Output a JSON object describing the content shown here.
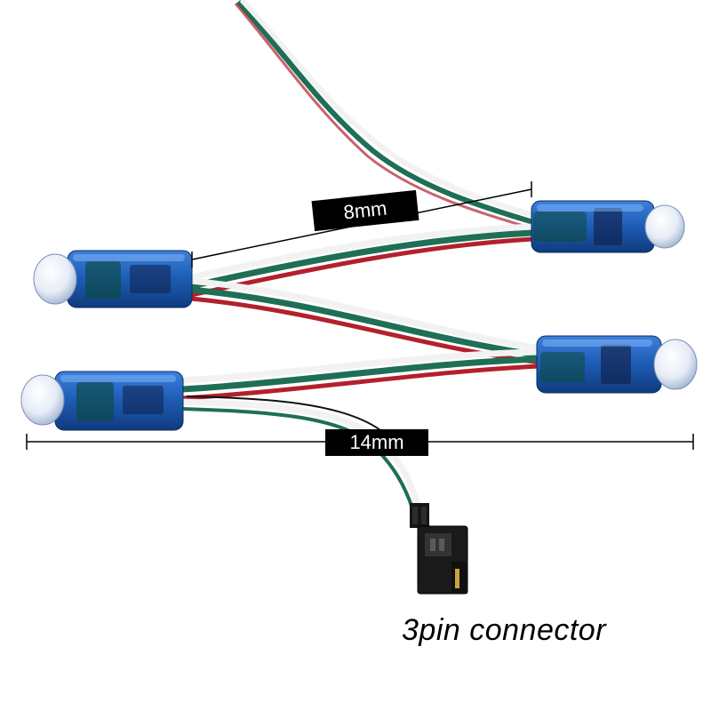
{
  "dimensions": {
    "spacing_label": "8mm",
    "width_label": "14mm"
  },
  "caption": "3pin connector",
  "colors": {
    "module_blue": "#1f5fb8",
    "wire_white": "#f2f2f2",
    "wire_green": "#1e6f55",
    "wire_red": "#b3202c",
    "label_bg": "#000000",
    "label_text": "#ffffff"
  }
}
